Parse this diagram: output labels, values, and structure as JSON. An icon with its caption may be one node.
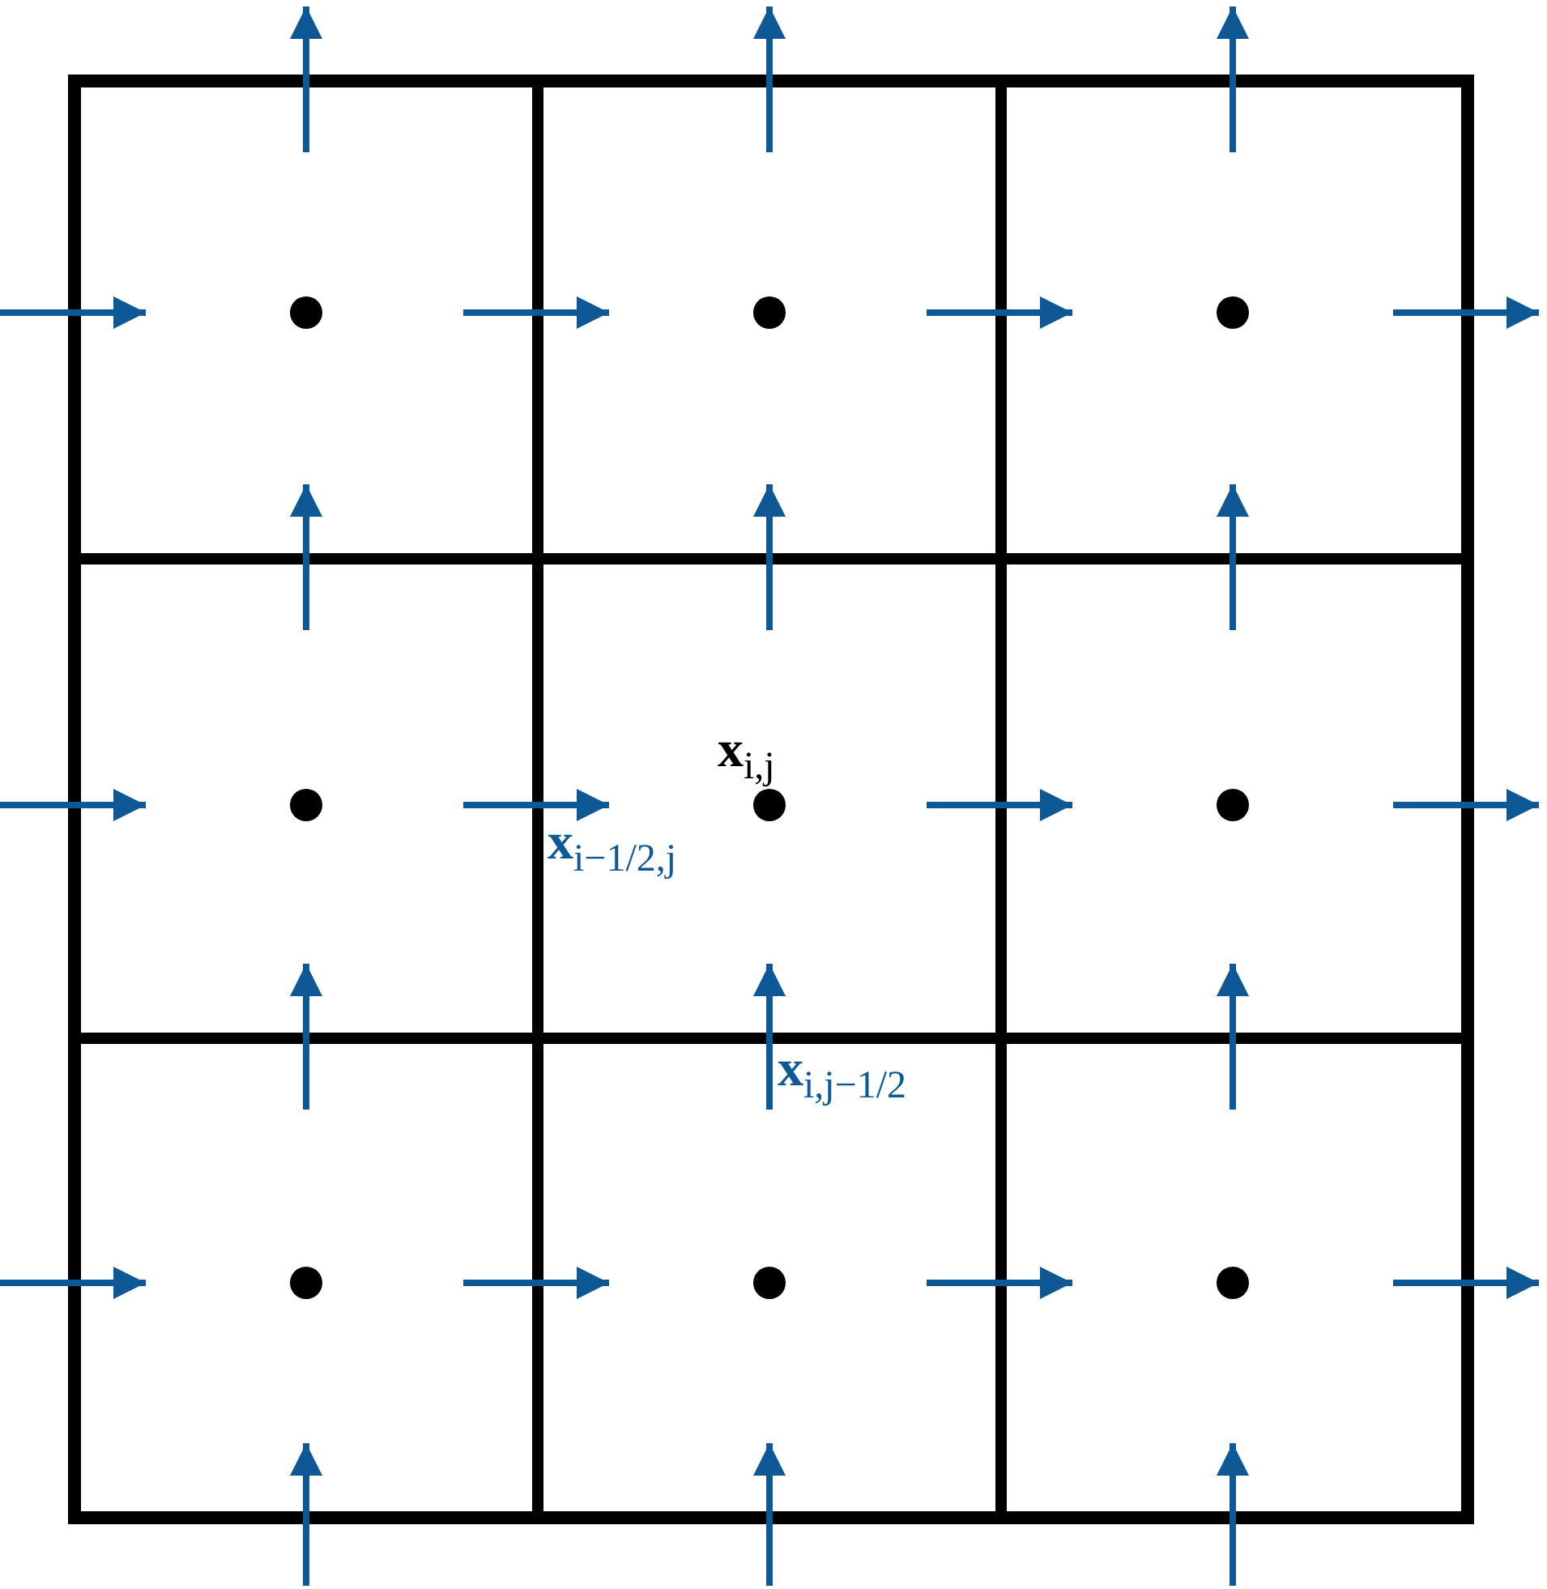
{
  "diagram": {
    "labels": [
      "**x**$_{i,j}$",
      "**x**$_{i−1/2,j}$",
      "**x**$_{i,j−1/2}$"
    ]
  }
}
